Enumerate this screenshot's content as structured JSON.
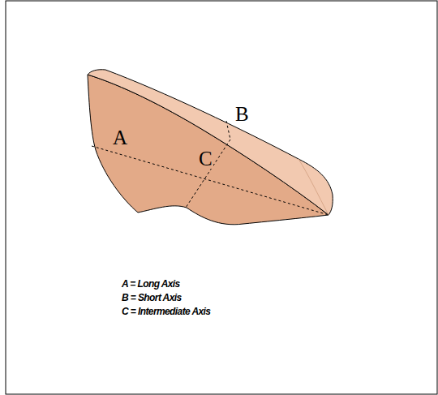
{
  "diagram": {
    "labels": [
      "A",
      "B",
      "C",
      "A = Long Axis",
      "B = Short Axis",
      "C = Intermediate Axis"
    ]
  }
}
